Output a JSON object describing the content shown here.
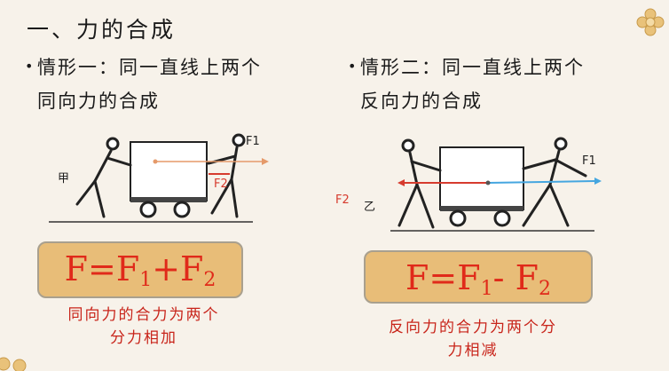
{
  "title": "一、力的合成",
  "case1": {
    "bullet": "•",
    "text_line1": "情形一：同一直线上两个",
    "text_line2": "同向力的合成",
    "label_jia": "甲",
    "label_f1": "F1",
    "label_f2": "F2",
    "formula": {
      "F": "F",
      "eq": "=",
      "F1": "F",
      "s1": "1",
      "op": "+",
      "F2": "F",
      "s2": "2"
    },
    "caption_line1": "同向力的合力为两个",
    "caption_line2": "分力相加"
  },
  "case2": {
    "bullet": "•",
    "text_line1": "情形二：同一直线上两个",
    "text_line2": "反向力的合成",
    "label_yi": "乙",
    "label_f1": "F1",
    "label_f2": "F2",
    "formula": {
      "F": "F",
      "eq": "=",
      "F1": "F",
      "s1": "1",
      "op": "- ",
      "F2": "F",
      "s2": "2"
    },
    "caption_line1": "反向力的合力为两个分",
    "caption_line2": "力相减"
  },
  "colors": {
    "background": "#f7f2ea",
    "formula_box": "#e8bd78",
    "formula_text": "#e02a1a",
    "caption_text": "#c8241a",
    "arrow_f1": "#45a6e0",
    "arrow_f2": "#d63b2e"
  }
}
